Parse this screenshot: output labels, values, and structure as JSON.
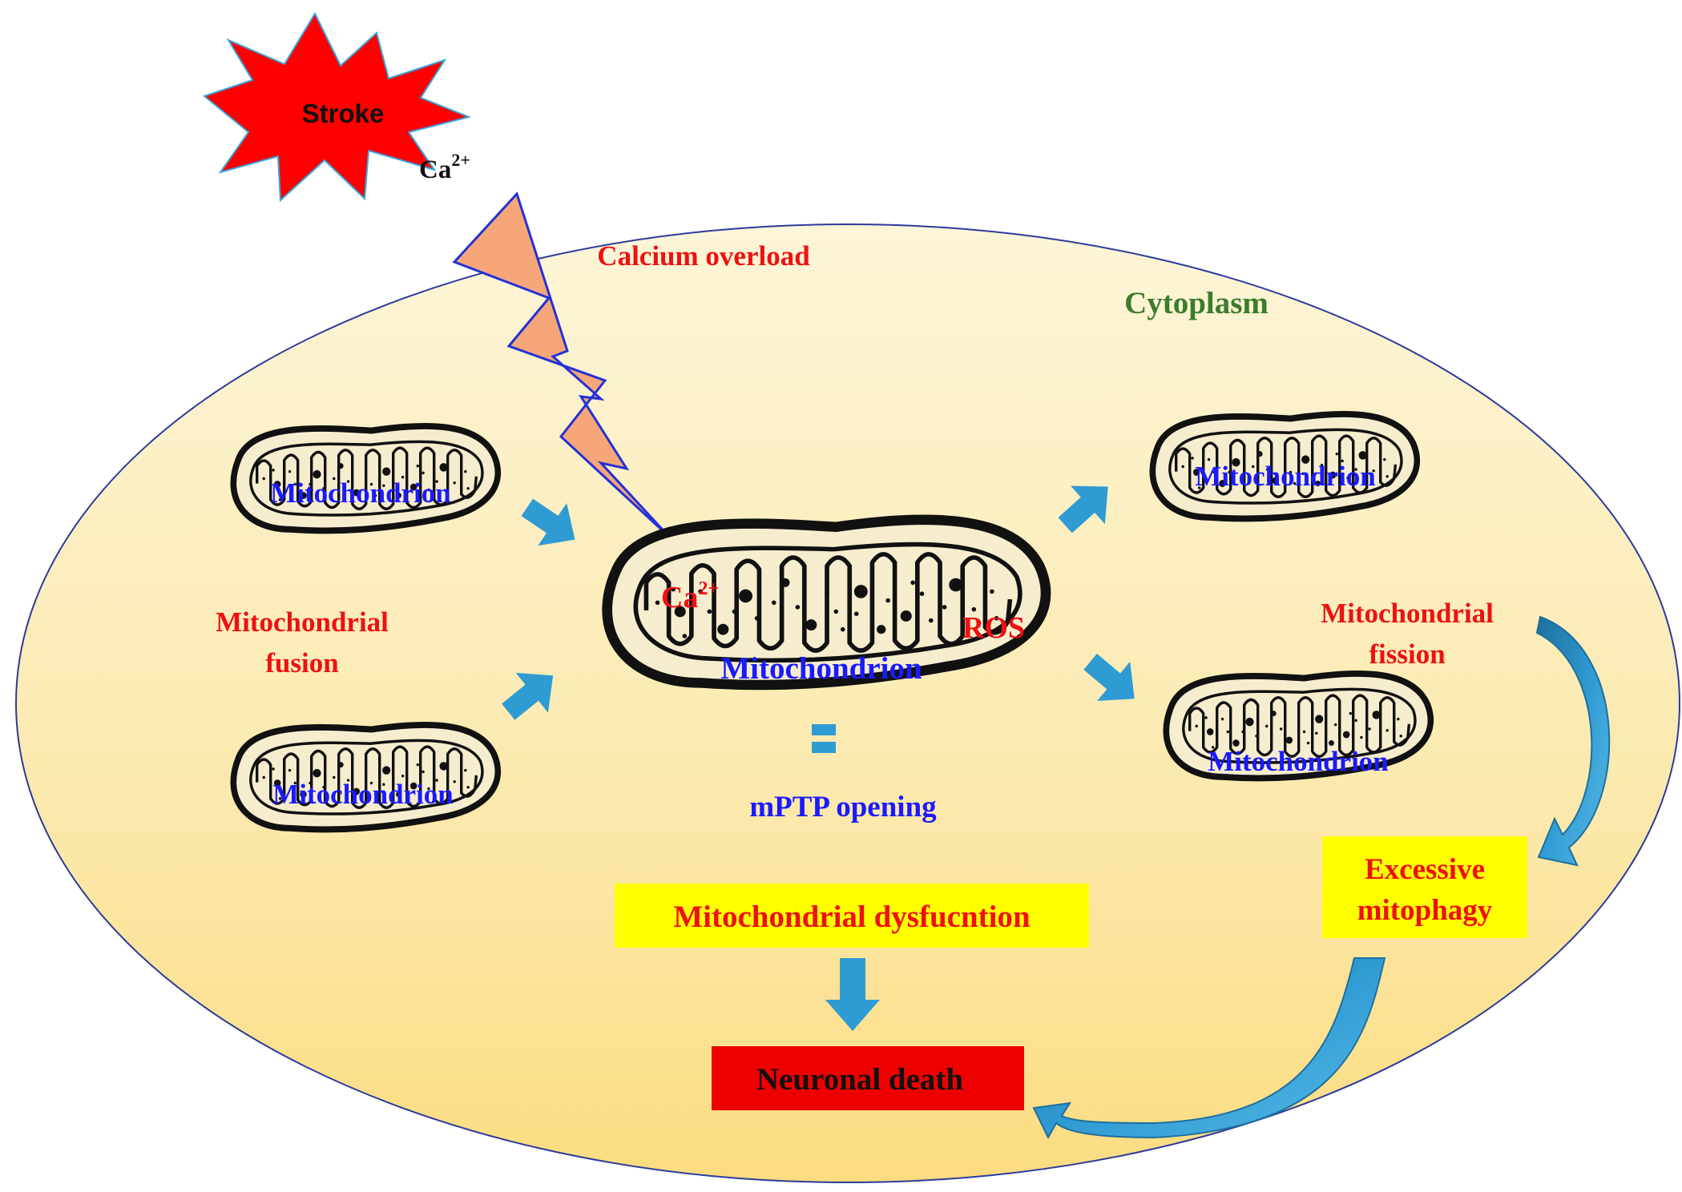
{
  "stroke": {
    "label": "Stroke",
    "ion": "Ca",
    "charge": "2+"
  },
  "calcium_overload": "Calcium overload",
  "cytoplasm": "Cytoplasm",
  "mito_label": "Mitochondrion",
  "central": {
    "ion": "Ca",
    "charge": "2+",
    "ros": "ROS"
  },
  "fusion": {
    "line1": "Mitochondrial",
    "line2": "fusion"
  },
  "fission": {
    "line1": "Mitochondrial",
    "line2": "fission"
  },
  "mptp": "mPTP opening",
  "dysfunction": "Mitochondrial dysfucntion",
  "mitophagy": {
    "line1": "Excessive",
    "line2": "mitophagy"
  },
  "death": "Neuronal death",
  "colors": {
    "red_text": "#ee1111",
    "blue_text": "#1a1aff",
    "green_text": "#3a7d2c",
    "arrow_blue": "#2f9bd3",
    "highlight_yellow": "#ffff00",
    "death_red": "#ee0000",
    "burst_red": "#ff0000",
    "bolt_fill": "#f7a679",
    "cell_top": "#fdf3d2",
    "cell_bottom": "#fbdf8a",
    "mito_fill": "#f6edcf"
  }
}
